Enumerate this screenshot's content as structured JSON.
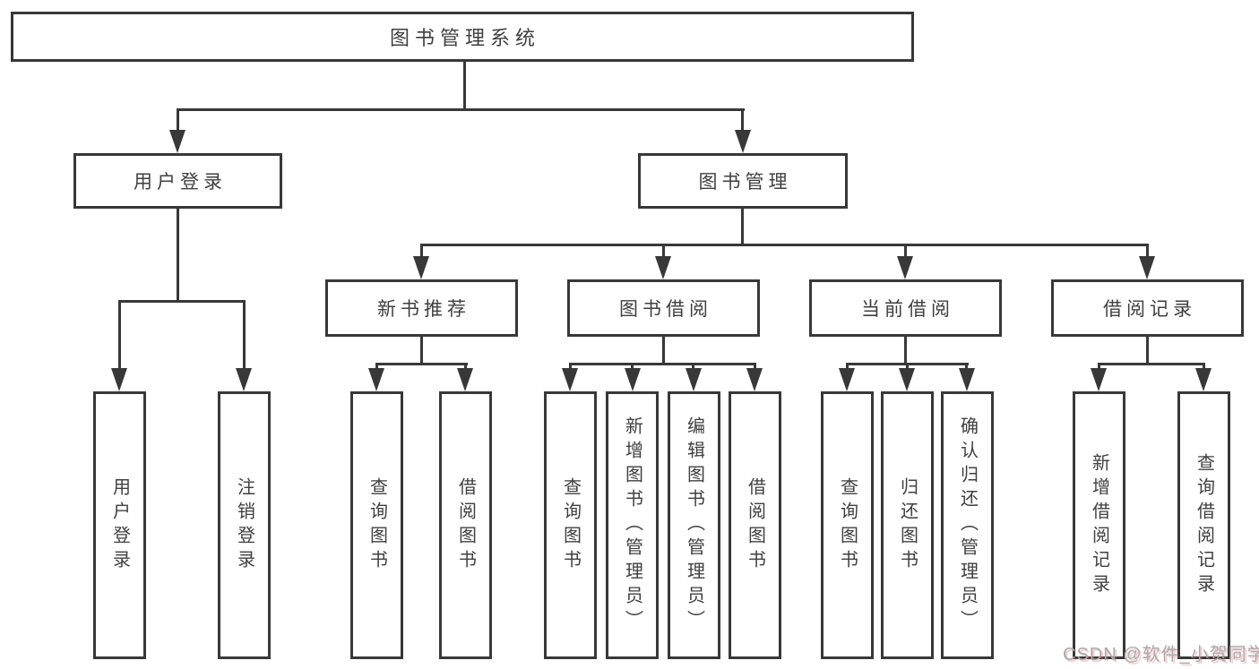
{
  "tree": {
    "root": {
      "label": "图书管理系统",
      "children": [
        {
          "label": "用户登录",
          "children": [
            {
              "label": "用户登录"
            },
            {
              "label": "注销登录"
            }
          ]
        },
        {
          "label": "图书管理",
          "children": [
            {
              "label": "新书推荐",
              "children": [
                {
                  "label": "查询图书"
                },
                {
                  "label": "借阅图书"
                }
              ]
            },
            {
              "label": "图书借阅",
              "children": [
                {
                  "label": "查询图书"
                },
                {
                  "label": "新增图书（管理员）"
                },
                {
                  "label": "编辑图书（管理员）"
                },
                {
                  "label": "借阅图书"
                }
              ]
            },
            {
              "label": "当前借阅",
              "children": [
                {
                  "label": "查询图书"
                },
                {
                  "label": "归还图书"
                },
                {
                  "label": "确认归还（管理员）"
                }
              ]
            },
            {
              "label": "借阅记录",
              "children": [
                {
                  "label": "新增借阅记录"
                },
                {
                  "label": "查询借阅记录"
                }
              ]
            }
          ]
        }
      ]
    }
  },
  "watermark": {
    "text": "CSDN @软件_小贺同学"
  },
  "colors": {
    "line": "#383838",
    "text": "#3f3f3f",
    "box_background": "#ffffff",
    "watermark": "#a8aaac",
    "watermark_shadow": "#e07878"
  }
}
